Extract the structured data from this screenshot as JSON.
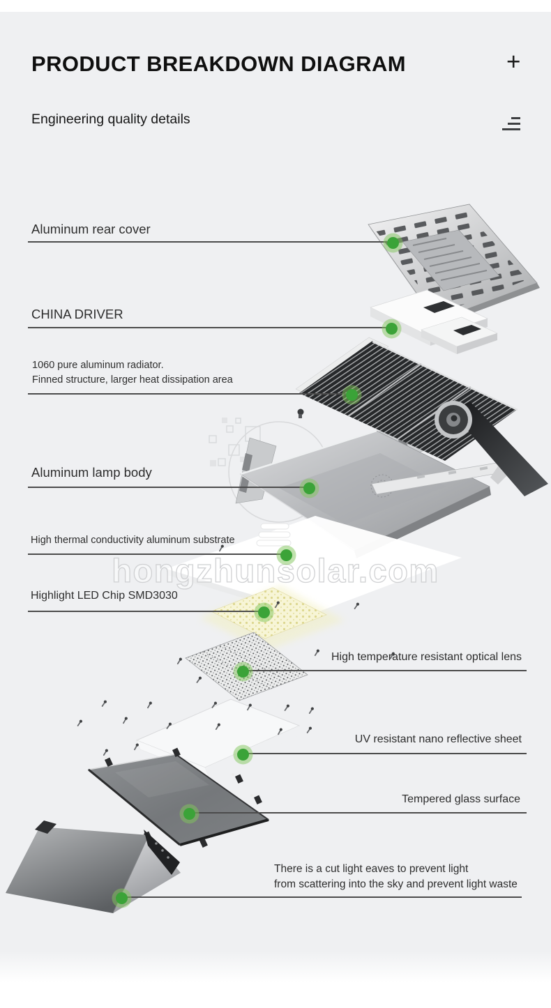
{
  "header": {
    "title": "PRODUCT BREAKDOWN DIAGRAM",
    "plus_glyph": "+",
    "subtitle": "Engineering quality details"
  },
  "watermark": "hongzhunsolar.com",
  "callouts": {
    "rear_cover": {
      "line1": "Aluminum rear cover"
    },
    "driver": {
      "line1": "CHINA DRIVER"
    },
    "radiator": {
      "line1": "1060 pure aluminum radiator.",
      "line2": "Finned structure, larger heat dissipation area"
    },
    "lamp_body": {
      "line1": "Aluminum lamp body"
    },
    "substrate": {
      "line1": "High thermal conductivity aluminum substrate"
    },
    "led_chip": {
      "line1": "Highlight LED Chip SMD3030"
    },
    "lens": {
      "line1": "High temperature resistant optical lens"
    },
    "reflective_sheet": {
      "line1": "UV resistant nano reflective sheet"
    },
    "glass": {
      "line1": "Tempered glass surface"
    },
    "eaves": {
      "line1": "There is a cut light eaves to prevent light",
      "line2": "from scattering into the sky and prevent light waste"
    }
  },
  "colors": {
    "accent_green": "#3ba338",
    "leader_line": "#4b4b4b",
    "background": "#eff0f2",
    "title_text": "#0f0f0f"
  }
}
